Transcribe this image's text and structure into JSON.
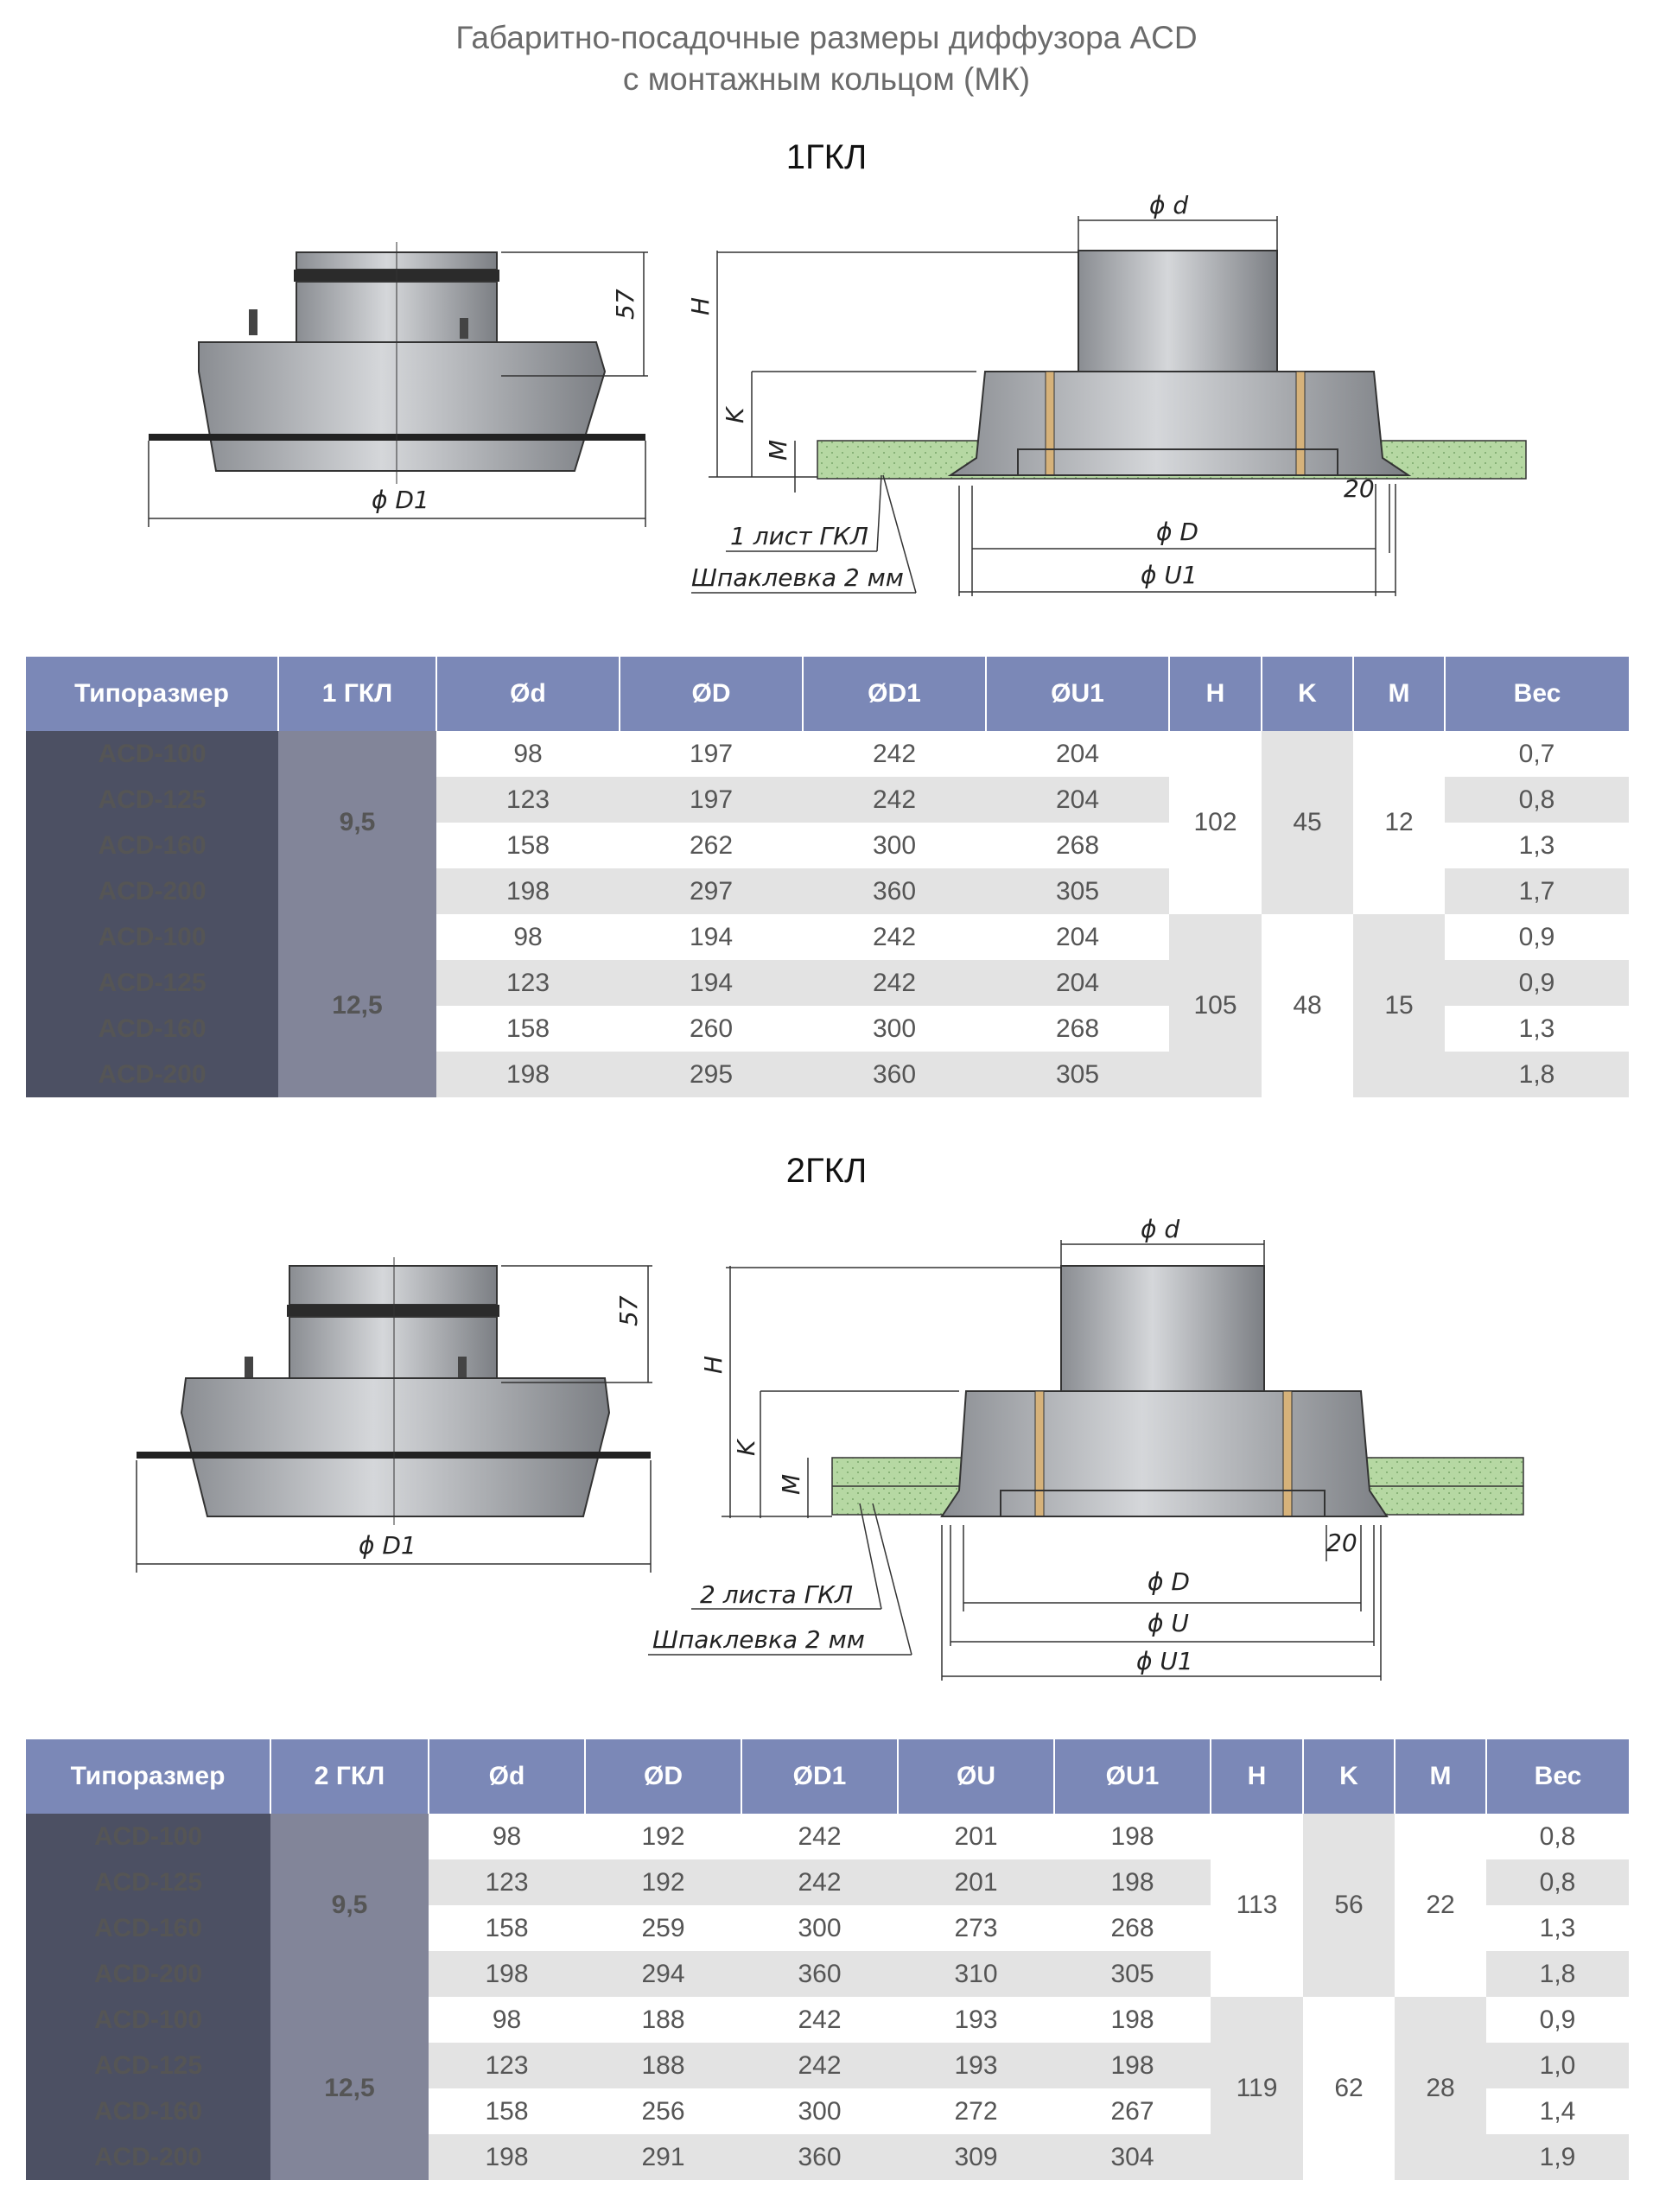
{
  "header": {
    "title_line1": "Габаритно-посадочные размеры диффузора ACD",
    "title_line2": "с монтажным кольцом (МК)"
  },
  "section1": {
    "title": "1ГКЛ",
    "drawing_labels": {
      "h57": "57",
      "d1": "ϕ D1",
      "d_small": "ϕ d",
      "H": "H",
      "K": "K",
      "M": "M",
      "gap20": "20",
      "D": "ϕ D",
      "U1": "ϕ U1",
      "sheet_note": "1 лист ГКЛ",
      "putty_note": "Шпаклевка 2 мм"
    },
    "table": {
      "headers": [
        "Типоразмер",
        "1 ГКЛ",
        "Ød",
        "ØD",
        "ØD1",
        "ØU1",
        "H",
        "K",
        "M",
        "Вес"
      ],
      "groups": [
        {
          "sheet": "9,5",
          "H": "102",
          "K": "45",
          "M": "12",
          "rows": [
            {
              "model": "ACD-100",
              "d": "98",
              "D": "197",
              "D1": "242",
              "U1": "204",
              "weight": "0,7"
            },
            {
              "model": "ACD-125",
              "d": "123",
              "D": "197",
              "D1": "242",
              "U1": "204",
              "weight": "0,8"
            },
            {
              "model": "ACD-160",
              "d": "158",
              "D": "262",
              "D1": "300",
              "U1": "268",
              "weight": "1,3"
            },
            {
              "model": "ACD-200",
              "d": "198",
              "D": "297",
              "D1": "360",
              "U1": "305",
              "weight": "1,7"
            }
          ]
        },
        {
          "sheet": "12,5",
          "H": "105",
          "K": "48",
          "M": "15",
          "rows": [
            {
              "model": "ACD-100",
              "d": "98",
              "D": "194",
              "D1": "242",
              "U1": "204",
              "weight": "0,9"
            },
            {
              "model": "ACD-125",
              "d": "123",
              "D": "194",
              "D1": "242",
              "U1": "204",
              "weight": "0,9"
            },
            {
              "model": "ACD-160",
              "d": "158",
              "D": "260",
              "D1": "300",
              "U1": "268",
              "weight": "1,3"
            },
            {
              "model": "ACD-200",
              "d": "198",
              "D": "295",
              "D1": "360",
              "U1": "305",
              "weight": "1,8"
            }
          ]
        }
      ]
    }
  },
  "section2": {
    "title": "2ГКЛ",
    "drawing_labels": {
      "h57": "57",
      "d1": "ϕ D1",
      "d_small": "ϕ d",
      "H": "H",
      "K": "K",
      "M": "M",
      "gap20": "20",
      "D": "ϕ D",
      "U": "ϕ U",
      "U1": "ϕ U1",
      "sheet_note": "2 листа ГКЛ",
      "putty_note": "Шпаклевка 2 мм"
    },
    "table": {
      "headers": [
        "Типоразмер",
        "2 ГКЛ",
        "Ød",
        "ØD",
        "ØD1",
        "ØU",
        "ØU1",
        "H",
        "K",
        "M",
        "Вес"
      ],
      "groups": [
        {
          "sheet": "9,5",
          "H": "113",
          "K": "56",
          "M": "22",
          "rows": [
            {
              "model": "ACD-100",
              "d": "98",
              "D": "192",
              "D1": "242",
              "U": "201",
              "U1": "198",
              "weight": "0,8"
            },
            {
              "model": "ACD-125",
              "d": "123",
              "D": "192",
              "D1": "242",
              "U": "201",
              "U1": "198",
              "weight": "0,8"
            },
            {
              "model": "ACD-160",
              "d": "158",
              "D": "259",
              "D1": "300",
              "U": "273",
              "U1": "268",
              "weight": "1,3"
            },
            {
              "model": "ACD-200",
              "d": "198",
              "D": "294",
              "D1": "360",
              "U": "310",
              "U1": "305",
              "weight": "1,8"
            }
          ]
        },
        {
          "sheet": "12,5",
          "H": "119",
          "K": "62",
          "M": "28",
          "rows": [
            {
              "model": "ACD-100",
              "d": "98",
              "D": "188",
              "D1": "242",
              "U": "193",
              "U1": "198",
              "weight": "0,9"
            },
            {
              "model": "ACD-125",
              "d": "123",
              "D": "188",
              "D1": "242",
              "U": "193",
              "U1": "198",
              "weight": "1,0"
            },
            {
              "model": "ACD-160",
              "d": "158",
              "D": "256",
              "D1": "300",
              "U": "272",
              "U1": "267",
              "weight": "1,4"
            },
            {
              "model": "ACD-200",
              "d": "198",
              "D": "291",
              "D1": "360",
              "U": "309",
              "U1": "304",
              "weight": "1,9"
            }
          ]
        }
      ]
    }
  }
}
